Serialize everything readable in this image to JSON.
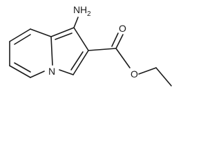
{
  "structure": {
    "atoms": {
      "amino_N": "N",
      "amino_H": "H",
      "amino_H_count": "2",
      "ring_N": "N",
      "carbonyl_O": "O",
      "ester_O": "O"
    }
  }
}
